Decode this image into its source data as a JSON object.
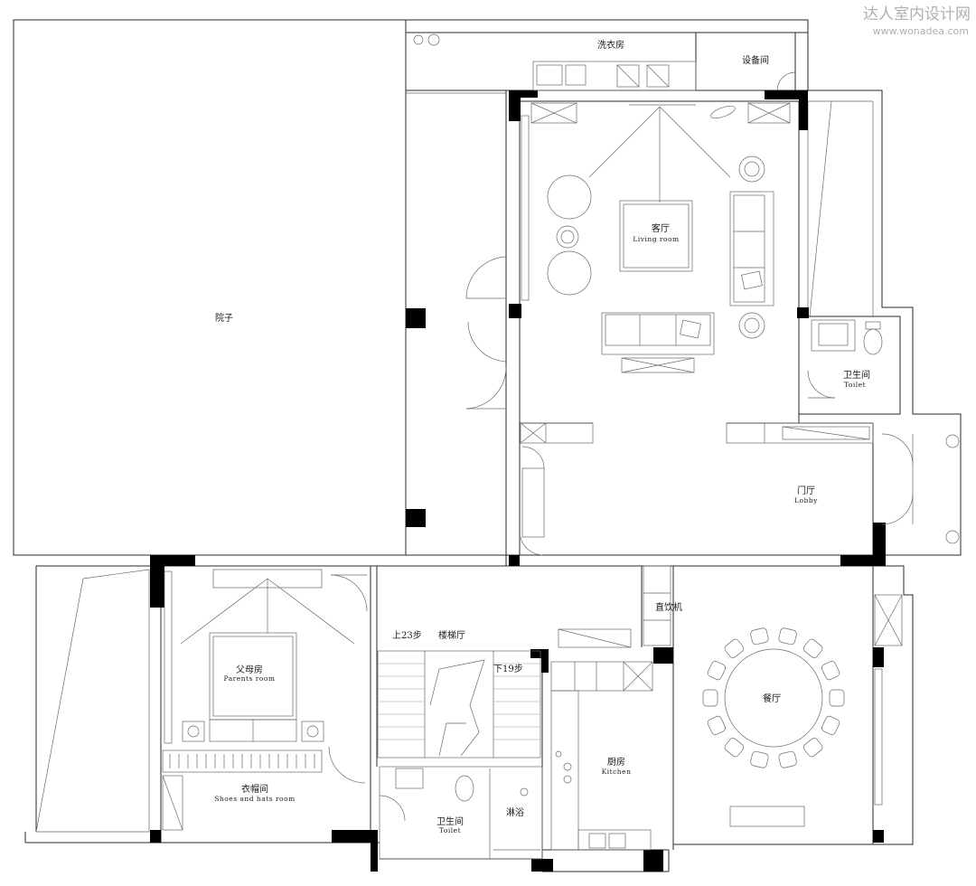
{
  "watermark": {
    "title": "达人室内设计网",
    "url": "www.wonadea.com"
  },
  "rooms": {
    "courtyard": {
      "cn": "院子"
    },
    "laundry": {
      "cn": "洗衣房"
    },
    "equipment": {
      "cn": "设备间"
    },
    "living": {
      "cn": "客厅",
      "en": "Living room"
    },
    "toilet_upper": {
      "cn": "卫生间",
      "en": "Toilet"
    },
    "lobby": {
      "cn": "门厅",
      "en": "Lobby"
    },
    "parents": {
      "cn": "父母房",
      "en": "Parents room"
    },
    "stair_hall": {
      "cn": "楼梯厅"
    },
    "water_dispenser": {
      "cn": "直饮机"
    },
    "dining": {
      "cn": "餐厅"
    },
    "kitchen": {
      "cn": "厨房",
      "en": "Kitchen"
    },
    "wardrobe": {
      "cn": "衣帽间",
      "en": "Shoes and hats room"
    },
    "toilet_lower": {
      "cn": "卫生间",
      "en": "Toilet"
    },
    "shower": {
      "cn": "淋浴"
    }
  },
  "stairs": {
    "up": "上23步",
    "down": "下19步"
  }
}
